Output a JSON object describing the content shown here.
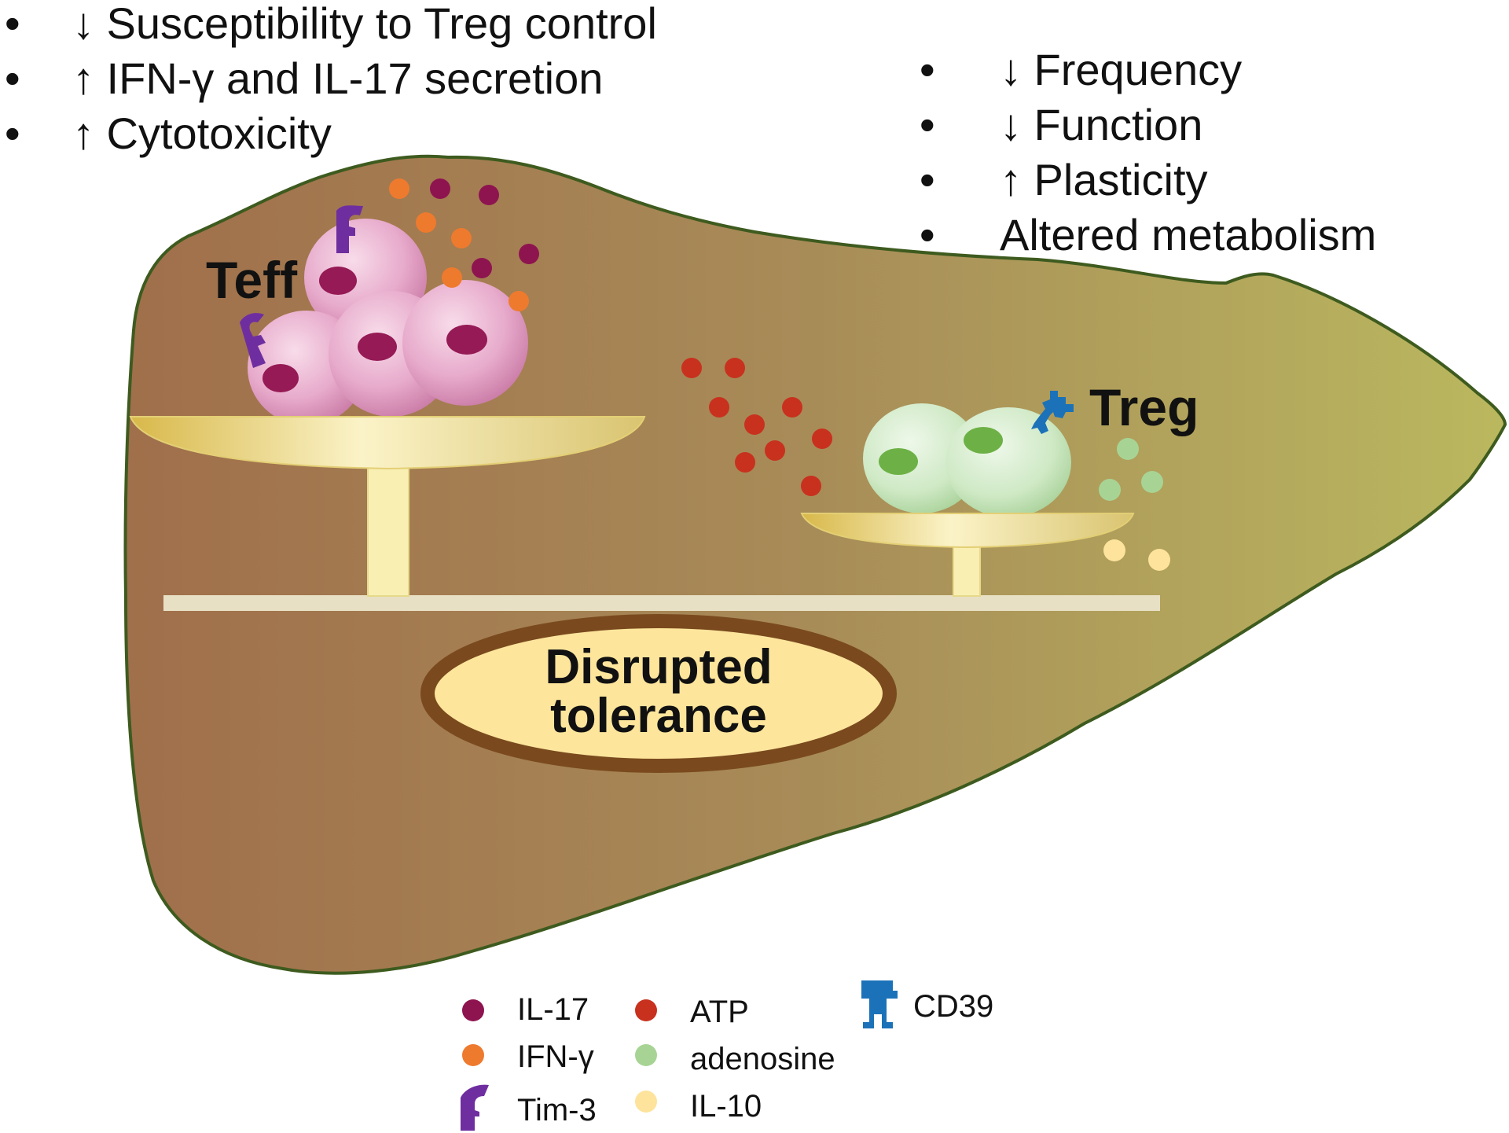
{
  "effector_changes": [
    {
      "bullet": "•",
      "text": "↓ Susceptibility to Treg control"
    },
    {
      "bullet": "•",
      "text": "↑ IFN-γ and IL-17 secretion"
    },
    {
      "bullet": "•",
      "text": "↑ Cytotoxicity"
    }
  ],
  "treg_changes": [
    {
      "bullet": "•",
      "text": "↓ Frequency"
    },
    {
      "bullet": "•",
      "text": "↓ Function"
    },
    {
      "bullet": "•",
      "text": "↑ Plasticity"
    },
    {
      "bullet": "•",
      "text": "Altered metabolism"
    }
  ],
  "labels": {
    "teff": "Teff",
    "treg": "Treg",
    "center_line1": "Disrupted",
    "center_line2": "tolerance"
  },
  "legend": [
    {
      "label": "IL-17",
      "color": "#8e1450",
      "icon": "dot"
    },
    {
      "label": "IFN-γ",
      "color": "#ee7a2e",
      "icon": "dot"
    },
    {
      "label": "Tim-3",
      "color": "#6f2ea0",
      "icon": "tim3-receptor-icon"
    },
    {
      "label": "ATP",
      "color": "#c8311e",
      "icon": "dot"
    },
    {
      "label": "adenosine",
      "color": "#a7d494",
      "icon": "dot"
    },
    {
      "label": "IL-10",
      "color": "#fde39c",
      "icon": "dot"
    },
    {
      "label": "CD39",
      "color": "#1b72b8",
      "icon": "cd39-receptor-icon"
    }
  ],
  "colors": {
    "liver_left": "#a0704a",
    "liver_right": "#b5b25a",
    "liver_outline": "#3a5a1c",
    "teff_cell": "#e6a5c8",
    "teff_nucleus": "#951a55",
    "treg_cell": "#cde8c3",
    "treg_nucleus": "#6db146",
    "balance": "#f7eba8",
    "tolerance_ring": "#7a4a1e",
    "tolerance_fill": "#fde59c"
  }
}
